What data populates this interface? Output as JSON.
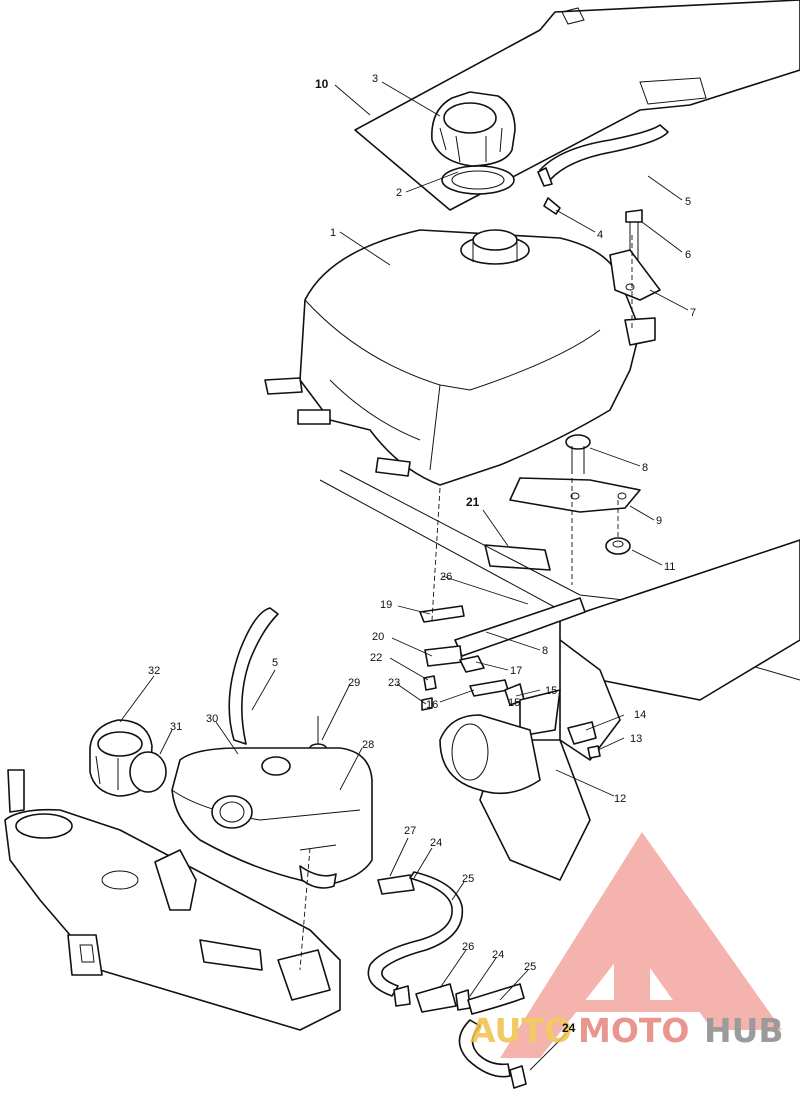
{
  "callouts": {
    "c1": "1",
    "c2": "2",
    "c3": "3",
    "c4": "4",
    "c5a": "5",
    "c5b": "5",
    "c6": "6",
    "c7": "7",
    "c8a": "8",
    "c8b": "8",
    "c9": "9",
    "c10": "10",
    "c11": "11",
    "c12": "12",
    "c13": "13",
    "c14": "14",
    "c15a": "15",
    "c15b": "15",
    "c16": "16",
    "c17": "17",
    "c19": "19",
    "c20": "20",
    "c21": "21",
    "c22": "22",
    "c23": "23",
    "c24a": "24",
    "c24b": "24",
    "c24c": "24",
    "c25a": "25",
    "c25b": "25",
    "c26a": "26",
    "c26b": "26",
    "c27": "27",
    "c28": "28",
    "c29": "29",
    "c30": "30",
    "c31": "31",
    "c32": "32"
  },
  "watermark": {
    "part1": "AUTO",
    "part2": "MOTO",
    "part3": "HUB",
    "colors": {
      "auto": "#f2c04a",
      "moto": "#e8837d",
      "hub": "#8a8a8a",
      "triangle": "#f4a6a0"
    }
  }
}
